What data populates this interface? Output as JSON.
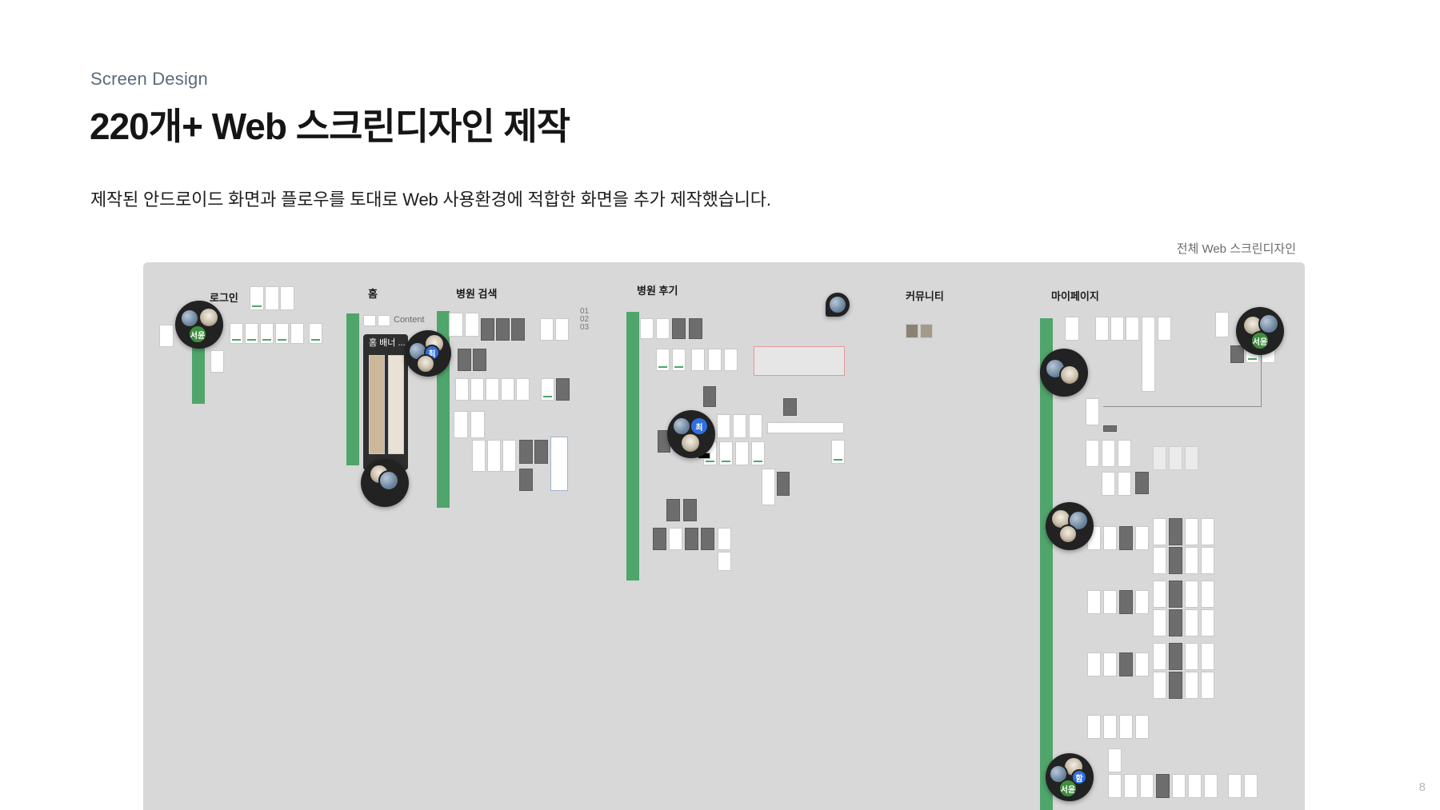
{
  "header": {
    "eyebrow": "Screen Design",
    "title": "220개+ Web 스크린디자인 제작",
    "description": "제작된 안드로이드 화면과 플로우를 토대로 Web 사용환경에 적합한 화면을 추가 제작했습니다.",
    "caption": "전체 Web 스크린디자인"
  },
  "page_number": "8",
  "board": {
    "sections": [
      {
        "key": "login",
        "label": "로그인"
      },
      {
        "key": "home",
        "label": "홈"
      },
      {
        "key": "hospital-search",
        "label": "병원 검색"
      },
      {
        "key": "hospital-review",
        "label": "병원 후기"
      },
      {
        "key": "community",
        "label": "커뮤니티"
      },
      {
        "key": "mypage",
        "label": "마이페이지"
      }
    ],
    "home_banner_label": "홈 배너 ...",
    "home_content_label": "Content",
    "numbers": [
      "01",
      "02",
      "03"
    ],
    "badges": {
      "seoyoon": "서윤",
      "choi": "최",
      "ham": "함"
    },
    "colors": {
      "flow_bar": "#4fa56b",
      "board_bg": "#d8d8d8",
      "badge_green": "#3f8e3f",
      "badge_blue": "#2f6fe0"
    }
  }
}
